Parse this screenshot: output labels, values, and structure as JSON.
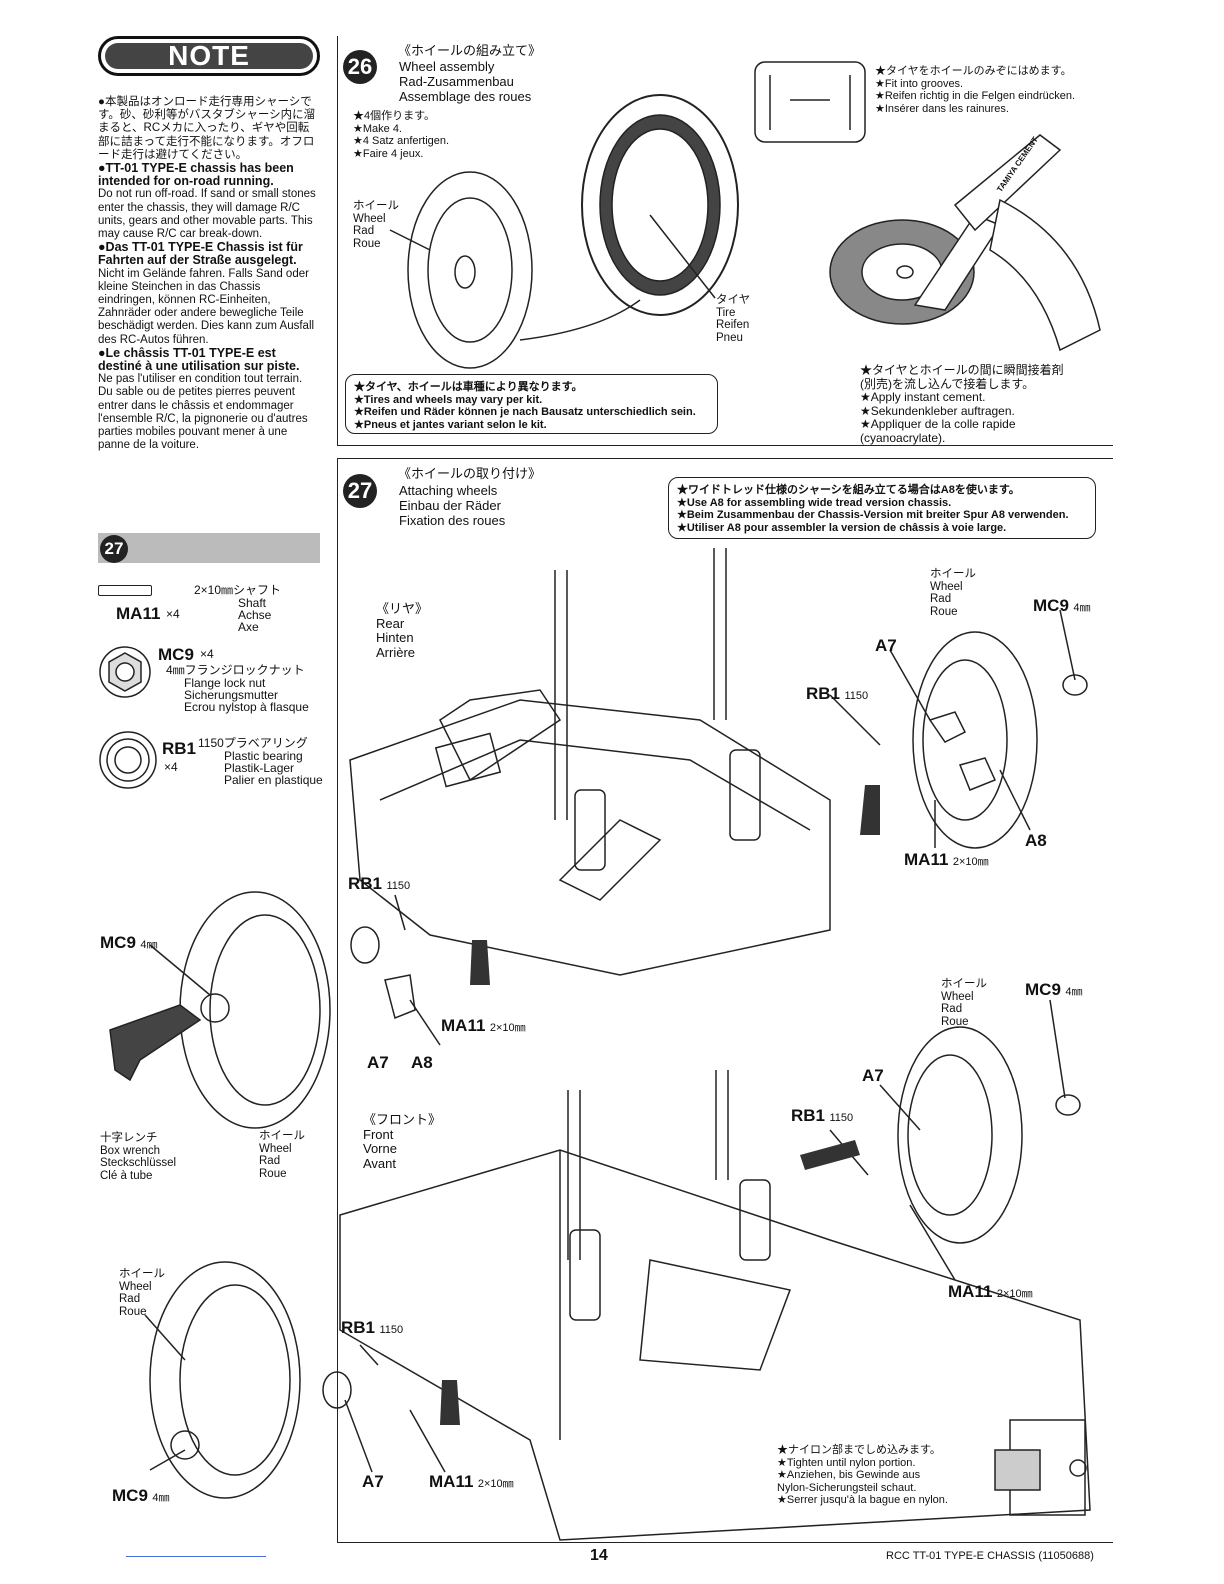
{
  "note": {
    "title": "NOTE",
    "jp": "●本製品はオンロード走行専用シャーシです。砂、砂利等がバスタブシャーシ内に溜まると、RCメカに入ったり、ギヤや回転部に詰まって走行不能になります。オフロード走行は避けてください。",
    "en_head": "●TT-01 TYPE-E chassis has been intended for on-road running.",
    "en_body": "Do not run off-road. If sand or small stones enter the chassis, they will damage R/C units, gears and other movable parts. This may cause R/C car break-down.",
    "de_head": "●Das TT-01 TYPE-E Chassis ist für Fahrten auf der Straße ausgelegt.",
    "de_body": "Nicht im Gelände fahren. Falls Sand oder kleine Steinchen in das Chassis eindringen, können RC-Einheiten, Zahnräder oder andere bewegliche Teile beschädigt werden. Dies kann zum Ausfall des RC-Autos führen.",
    "fr_head": "●Le châssis TT-01 TYPE-E est destiné à une utilisation sur piste.",
    "fr_body": "Ne pas l'utiliser en condition tout terrain. Du sable ou de petites pierres peuvent entrer dans le châssis et endommager l'ensemble R/C, la pignonerie ou d'autres parties mobiles pouvant mener à une panne de la voiture."
  },
  "parts_panel": {
    "step": "27",
    "items": [
      {
        "code": "MA11",
        "qty": "×4",
        "jp": "2×10㎜シャフト",
        "lines": [
          "Shaft",
          "Achse",
          "Axe"
        ]
      },
      {
        "code": "MC9",
        "qty": "×4",
        "jp": "4㎜フランジロックナット",
        "lines": [
          "Flange lock nut",
          "Sicherungsmutter",
          "Ecrou nylstop à flasque"
        ]
      },
      {
        "code": "RB1",
        "qty": "×4",
        "jp": "1150プラベアリング",
        "lines": [
          "Plastic bearing",
          "Plastik-Lager",
          "Palier en plastique"
        ]
      }
    ]
  },
  "step26": {
    "num": "26",
    "jp": "《ホイールの組み立て》",
    "titles": [
      "Wheel assembly",
      "Rad-Zusammenbau",
      "Assemblage des roues"
    ],
    "make": [
      "★4個作ります。",
      "★Make 4.",
      "★4 Satz anfertigen.",
      "★Faire 4 jeux."
    ],
    "wheel_label": [
      "ホイール",
      "Wheel",
      "Rad",
      "Roue"
    ],
    "tire_label": [
      "タイヤ",
      "Tire",
      "Reifen",
      "Pneu"
    ],
    "groove_note": [
      "★タイヤをホイールのみぞにはめます。",
      "★Fit into grooves.",
      "★Reifen richtig in die Felgen eindrücken.",
      "★Insérer dans les rainures."
    ],
    "cement_note": [
      "★タイヤとホイールの間に瞬間接着剤",
      "(別売)を流し込んで接着します。",
      "★Apply instant cement.",
      "★Sekundenkleber auftragen.",
      "★Appliquer de la colle rapide",
      "(cyanoacrylate)."
    ],
    "vary_note": [
      "★タイヤ、ホイールは車種により異なります。",
      "★Tires and wheels may vary per kit.",
      "★Reifen und Räder können je nach Bausatz unterschiedlich sein.",
      "★Pneus et jantes variant selon le kit."
    ],
    "cement_tube": "TAMIYA CEMENT"
  },
  "step27": {
    "num": "27",
    "jp": "《ホイールの取り付け》",
    "titles": [
      "Attaching wheels",
      "Einbau der Räder",
      "Fixation des roues"
    ],
    "wide_note": [
      "★ワイドトレッド仕様のシャーシを組み立てる場合はA8を使います。",
      "★Use A8 for assembling wide tread version chassis.",
      "★Beim Zusammenbau der Chassis-Version mit breiter Spur A8 verwenden.",
      "★Utiliser A8 pour assembler la version de châssis à voie large."
    ],
    "rear": [
      "《リヤ》",
      "Rear",
      "Hinten",
      "Arrière"
    ],
    "front": [
      "《フロント》",
      "Front",
      "Vorne",
      "Avant"
    ],
    "wheel_label": [
      "ホイール",
      "Wheel",
      "Rad",
      "Roue"
    ],
    "box_wrench": [
      "十字レンチ",
      "Box wrench",
      "Steckschlüssel",
      "Clé à tube"
    ],
    "nylon_note": [
      "★ナイロン部までしめ込みます。",
      "★Tighten until nylon portion.",
      "★Anziehen, bis Gewinde aus",
      "Nylon-Sicherungsteil schaut.",
      "★Serrer jusqu'à la bague en nylon."
    ],
    "callouts": {
      "mc9": "MC9",
      "mc9_size": "4㎜",
      "rb1": "RB1",
      "rb1_size": "1150",
      "ma11": "MA11",
      "ma11_size": "2×10㎜",
      "a7": "A7",
      "a8": "A8"
    }
  },
  "footer": {
    "page": "14",
    "doc": "RCC TT-01 TYPE-E CHASSIS (11050688)"
  }
}
